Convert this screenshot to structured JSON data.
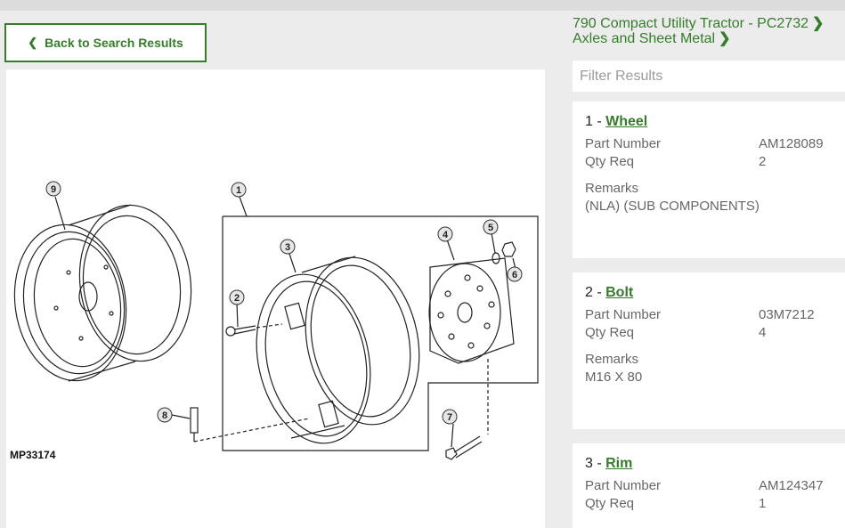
{
  "back_button": {
    "label": "Back to Search Results",
    "icon": "chevron-left-icon"
  },
  "breadcrumb": [
    {
      "label": "790 Compact Utility Tractor - PC2732"
    },
    {
      "label": "Axles and Sheet Metal"
    }
  ],
  "filter": {
    "placeholder": "Filter Results",
    "value": ""
  },
  "diagram": {
    "code": "MP33174",
    "callouts": [
      "1",
      "2",
      "3",
      "4",
      "5",
      "6",
      "7",
      "8",
      "9"
    ]
  },
  "parts": [
    {
      "num": "1 -",
      "name": "Wheel",
      "part_number_label": "Part Number",
      "part_number": "AM128089",
      "qty_label": "Qty Req",
      "qty": "2",
      "remarks_label": "Remarks",
      "remarks": "(NLA) (SUB COMPONENTS)"
    },
    {
      "num": "2 -",
      "name": "Bolt",
      "part_number_label": "Part Number",
      "part_number": "03M7212",
      "qty_label": "Qty Req",
      "qty": "4",
      "remarks_label": "Remarks",
      "remarks": "M16 X 80"
    },
    {
      "num": "3 -",
      "name": "Rim",
      "part_number_label": "Part Number",
      "part_number": "AM124347",
      "qty_label": "Qty Req",
      "qty": "1"
    }
  ],
  "colors": {
    "accent": "#367c2b",
    "page_bg": "#ececec"
  }
}
